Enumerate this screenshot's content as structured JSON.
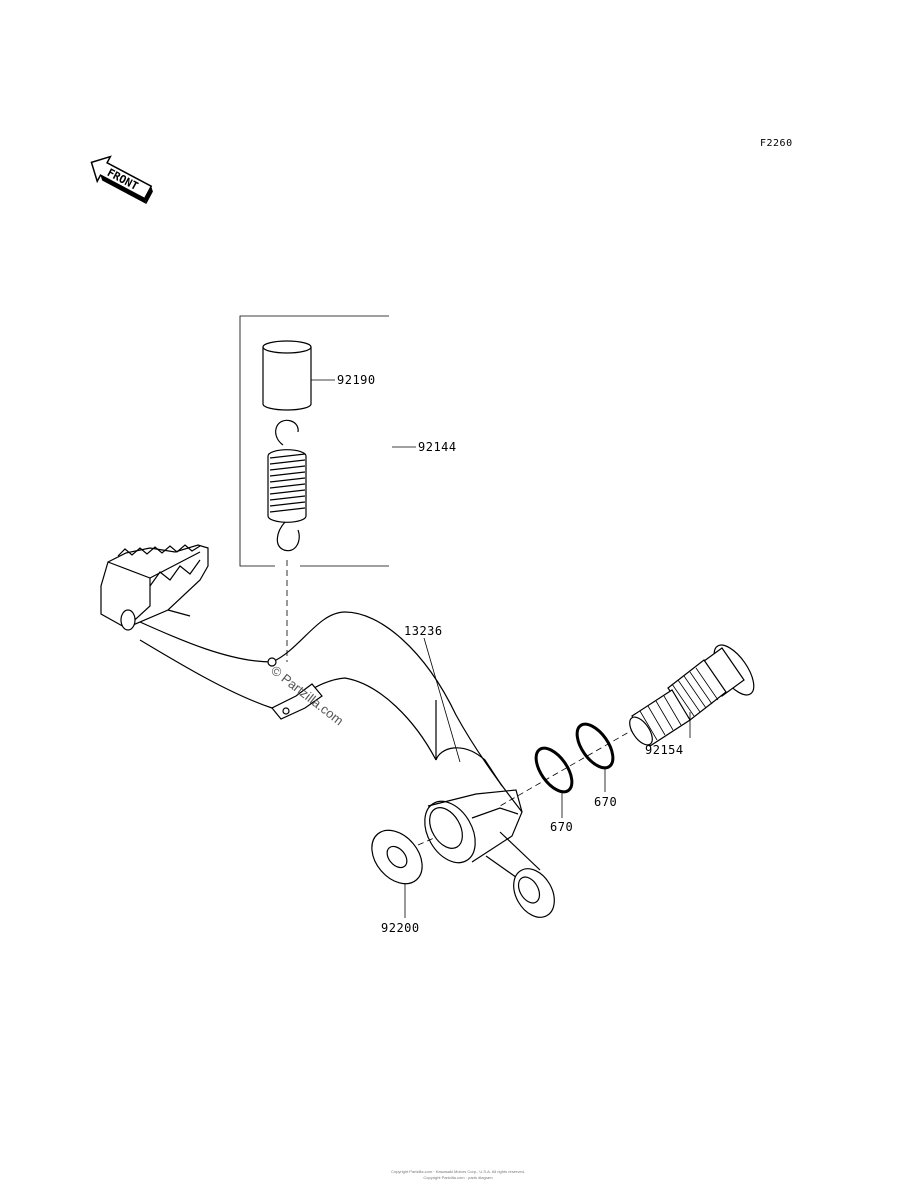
{
  "figure_code": "F2260",
  "front_label": "FRONT",
  "parts": [
    {
      "id": "collar",
      "label": "92190"
    },
    {
      "id": "spring",
      "label": "92144"
    },
    {
      "id": "brake-pedal",
      "label": "13236"
    },
    {
      "id": "pivot-bolt",
      "label": "92154"
    },
    {
      "id": "o-ring-right",
      "label": "670"
    },
    {
      "id": "o-ring-left",
      "label": "670"
    },
    {
      "id": "washer",
      "label": "92200"
    }
  ],
  "watermark": "© Partzilla.com",
  "footer": {
    "line1": "Copyright Partzilla.com · Kawasaki Motors Corp., U.S.A. All rights reserved.",
    "line2": "Copyright Partzilla.com · parts diagram"
  }
}
